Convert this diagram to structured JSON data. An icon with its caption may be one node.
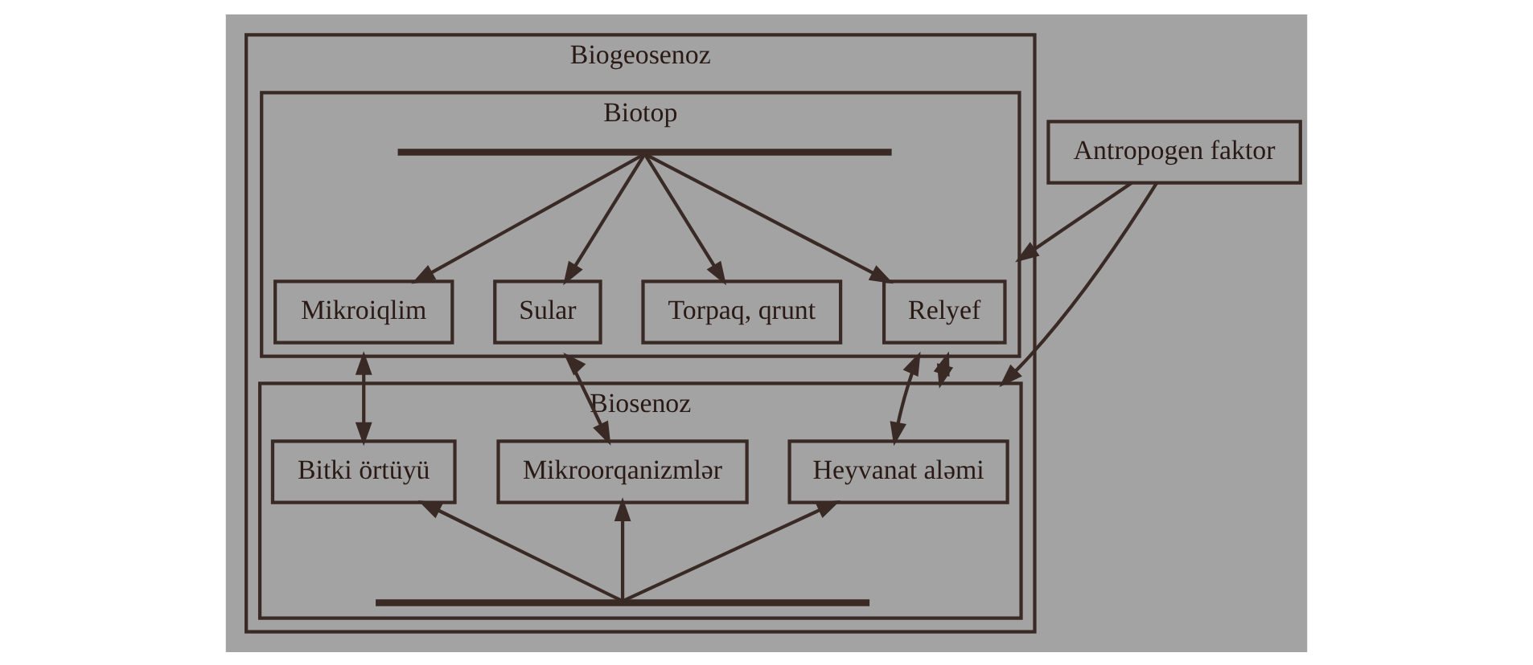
{
  "diagram": {
    "nodes": [
      {
        "text": [
          "Biogeosenoz"
        ]
      },
      {
        "text": [
          "Biotop"
        ],
        "in": 0
      },
      {
        "text": [],
        "shape": "bar",
        "in": 1
      },
      {
        "text": [
          "Mikroiqlim"
        ],
        "in": 1
      },
      {
        "text": [
          "Torpaq, qrunt"
        ],
        "in": 1
      },
      {
        "text": [
          "Relyef"
        ],
        "in": 1
      },
      {
        "text": [
          "Sular"
        ],
        "in": 1
      },
      {
        "text": [
          "Biosenoz"
        ],
        "in": 0
      },
      {
        "text": [
          "Bitki örtüyü"
        ],
        "in": 7
      },
      {
        "text": [
          "Heyvanat aləmi"
        ],
        "in": 7
      },
      {
        "text": [
          "Mikroorqanizmlər"
        ],
        "in": 7
      },
      {
        "text": [],
        "shape": "bar",
        "in": 7
      },
      {
        "text": [
          "Antropogen faktor"
        ]
      }
    ],
    "edges": [
      {
        "from": 2,
        "to": 3,
        "arrow": "to"
      },
      {
        "from": 2,
        "to": 4,
        "arrow": "to"
      },
      {
        "from": 2,
        "to": 5,
        "arrow": "to"
      },
      {
        "from": 2,
        "to": 6,
        "arrow": "to"
      },
      {
        "from": 1,
        "to": 8,
        "arrow": "both"
      },
      {
        "from": 1,
        "to": 9,
        "arrow": "both"
      },
      {
        "from": 1,
        "to": 7,
        "arrow": "both"
      },
      {
        "from": 1,
        "to": 10,
        "arrow": "both"
      },
      {
        "from": 11,
        "to": 8,
        "arrow": "to"
      },
      {
        "from": 11,
        "to": 9,
        "arrow": "to"
      },
      {
        "from": 11,
        "to": 10,
        "arrow": "to"
      },
      {
        "from": 12,
        "to": 1,
        "arrow": "to"
      },
      {
        "from": 12,
        "to": 7,
        "arrow": "to"
      }
    ]
  }
}
